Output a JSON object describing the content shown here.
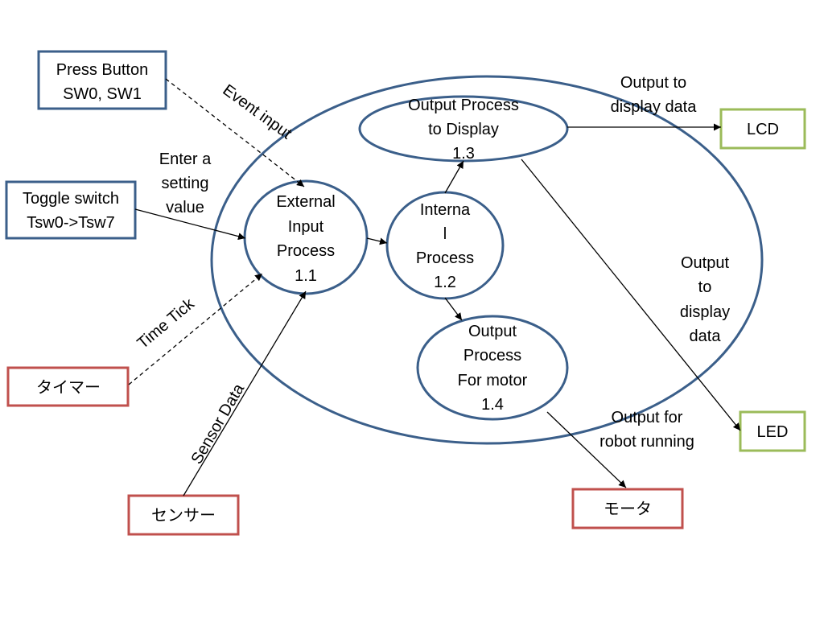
{
  "colors": {
    "blue_border": "#3b5f8a",
    "red_border": "#c0504d",
    "green_border": "#9bbb59",
    "ellipse_stroke": "#3b5f8a",
    "line": "#000000"
  },
  "external_entities": {
    "press_button": [
      "Press Button",
      "SW0, SW1"
    ],
    "toggle_switch": [
      "Toggle switch",
      "Tsw0->Tsw7"
    ],
    "timer": [
      "タイマー"
    ],
    "sensor": [
      "センサー"
    ],
    "lcd": [
      "LCD"
    ],
    "led": [
      "LED"
    ],
    "motor": [
      "モータ"
    ]
  },
  "processes": {
    "external_input": [
      "External",
      "Input",
      "Process",
      "1.1"
    ],
    "internal": [
      "Interna",
      "l",
      "Process",
      "1.2"
    ],
    "output_display": [
      "Output Process",
      "to Display",
      "1.3"
    ],
    "output_motor": [
      "Output",
      "Process",
      "For motor",
      "1.4"
    ]
  },
  "flow_labels": {
    "event_input": "Event input",
    "enter_setting": [
      "Enter a",
      "setting",
      "value"
    ],
    "time_tick": "Time Tick",
    "sensor_data": "Sensor  Data",
    "output_lcd": [
      "Output   to",
      "display data"
    ],
    "output_led": [
      "Output",
      "to",
      "display",
      "data"
    ],
    "output_motor": [
      "Output   for",
      "robot running"
    ]
  }
}
